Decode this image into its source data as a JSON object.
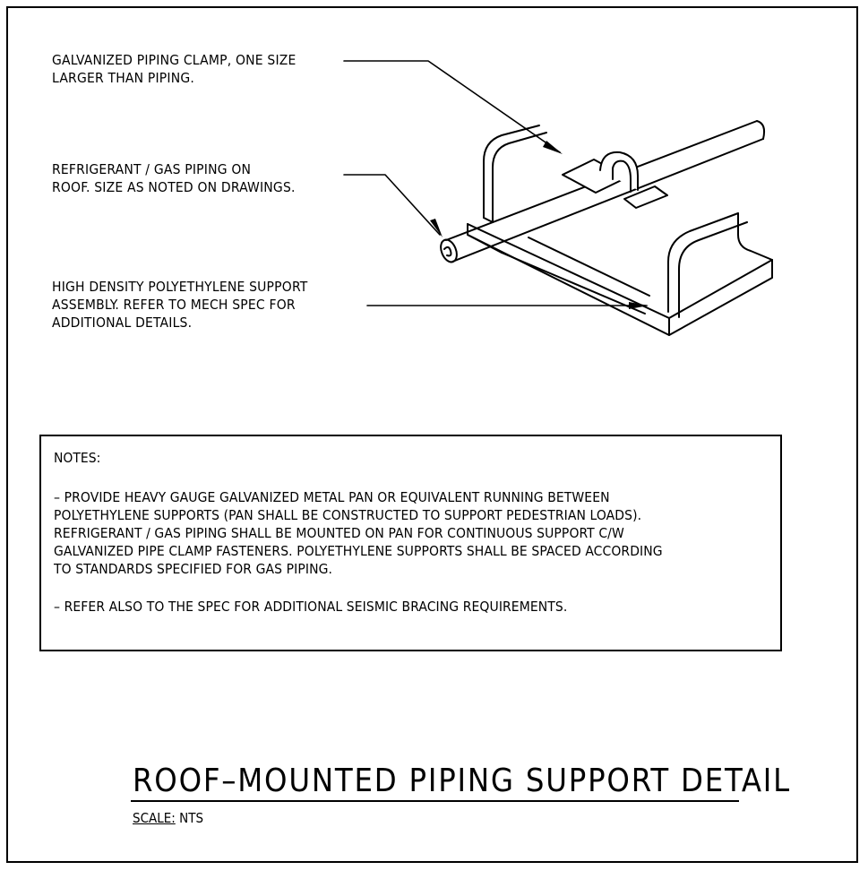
{
  "callouts": {
    "clamp": "GALVANIZED PIPING CLAMP, ONE SIZE\nLARGER THAN PIPING.",
    "piping": "REFRIGERANT / GAS PIPING ON\nROOF. SIZE AS NOTED ON DRAWINGS.",
    "support": "HIGH DENSITY POLYETHYLENE SUPPORT\nASSEMBLY. REFER TO MECH SPEC FOR\nADDITIONAL DETAILS."
  },
  "notes": {
    "title": "NOTES:",
    "items": [
      "– PROVIDE HEAVY GAUGE GALVANIZED METAL PAN OR EQUIVALENT RUNNING BETWEEN\nPOLYETHYLENE SUPPORTS (PAN SHALL BE CONSTRUCTED TO SUPPORT PEDESTRIAN LOADS).\nREFRIGERANT / GAS PIPING SHALL BE MOUNTED ON PAN FOR CONTINUOUS SUPPORT C/W\nGALVANIZED PIPE CLAMP FASTENERS. POLYETHYLENE SUPPORTS SHALL BE SPACED ACCORDING\nTO STANDARDS SPECIFIED FOR GAS PIPING.",
      "– REFER ALSO TO THE SPEC FOR ADDITIONAL SEISMIC BRACING REQUIREMENTS."
    ]
  },
  "title_block": {
    "title": "ROOF–MOUNTED PIPING SUPPORT DETAIL",
    "scale_label": "SCALE:",
    "scale_value": "NTS"
  }
}
